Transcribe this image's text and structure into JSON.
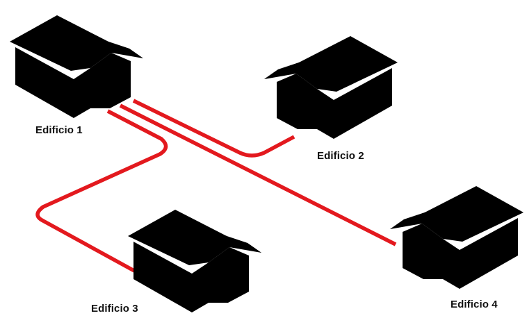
{
  "colors": {
    "cable": "#e3191e",
    "outline": "#111111",
    "background": "#ffffff"
  },
  "buildings": [
    {
      "label": "Edificio 1"
    },
    {
      "label": "Edificio 2"
    },
    {
      "label": "Edificio 3"
    },
    {
      "label": "Edificio 4"
    }
  ],
  "connections": [
    {
      "from": "Edificio 1",
      "to": "Edificio 2"
    },
    {
      "from": "Edificio 1",
      "to": "Edificio 3"
    },
    {
      "from": "Edificio 1",
      "to": "Edificio 4"
    }
  ]
}
